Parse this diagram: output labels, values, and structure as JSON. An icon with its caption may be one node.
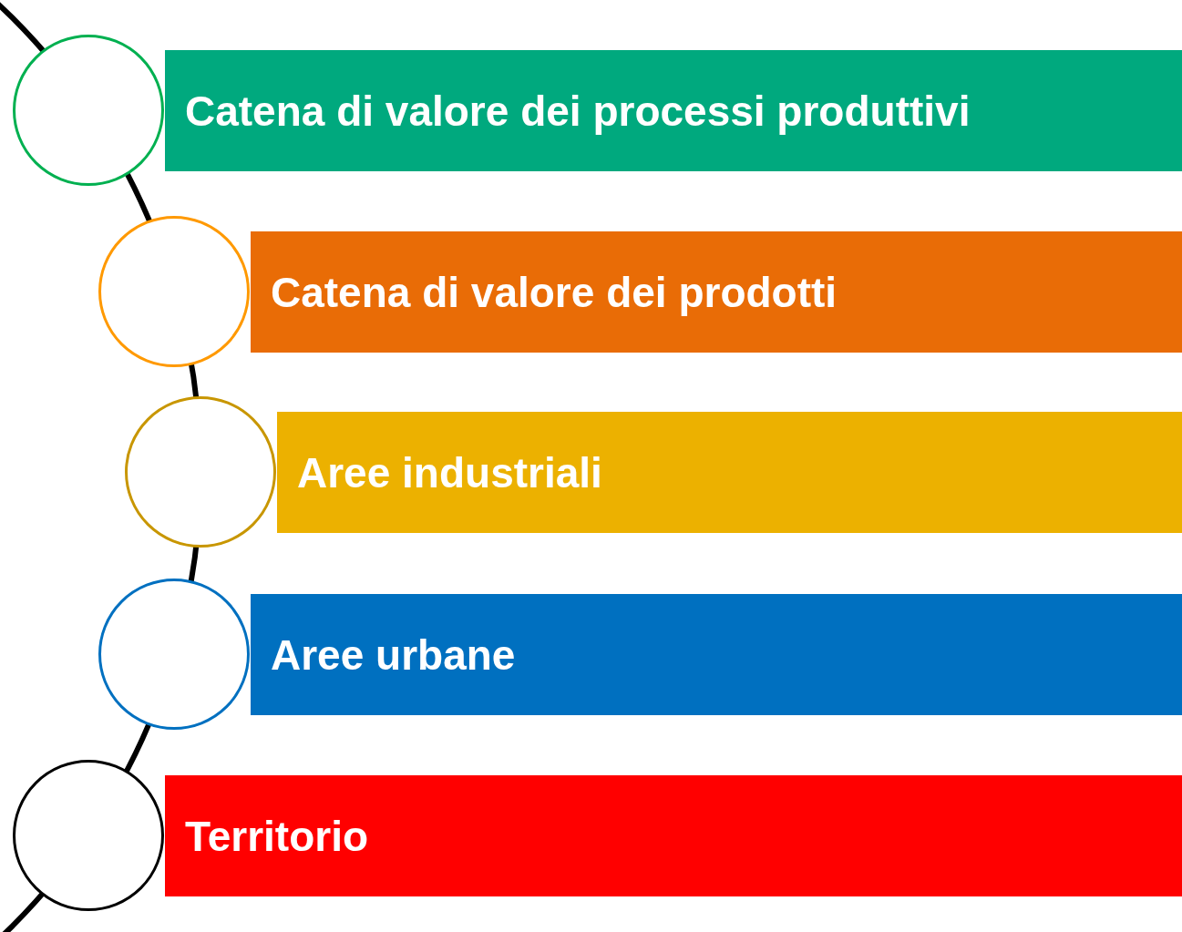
{
  "diagram": {
    "nodes": [
      {
        "text": [
          "Catena di valore dei processi produttivi"
        ]
      },
      {
        "text": [
          "Catena di valore dei prodotti"
        ]
      },
      {
        "text": [
          "Aree industriali"
        ]
      },
      {
        "text": [
          "Aree urbane"
        ]
      },
      {
        "text": [
          "Territorio"
        ]
      },
      {
        "text": [],
        "shape": "circle"
      },
      {
        "text": [],
        "shape": "circle"
      },
      {
        "text": [],
        "shape": "circle"
      },
      {
        "text": [],
        "shape": "circle"
      },
      {
        "text": [],
        "shape": "circle"
      }
    ]
  }
}
